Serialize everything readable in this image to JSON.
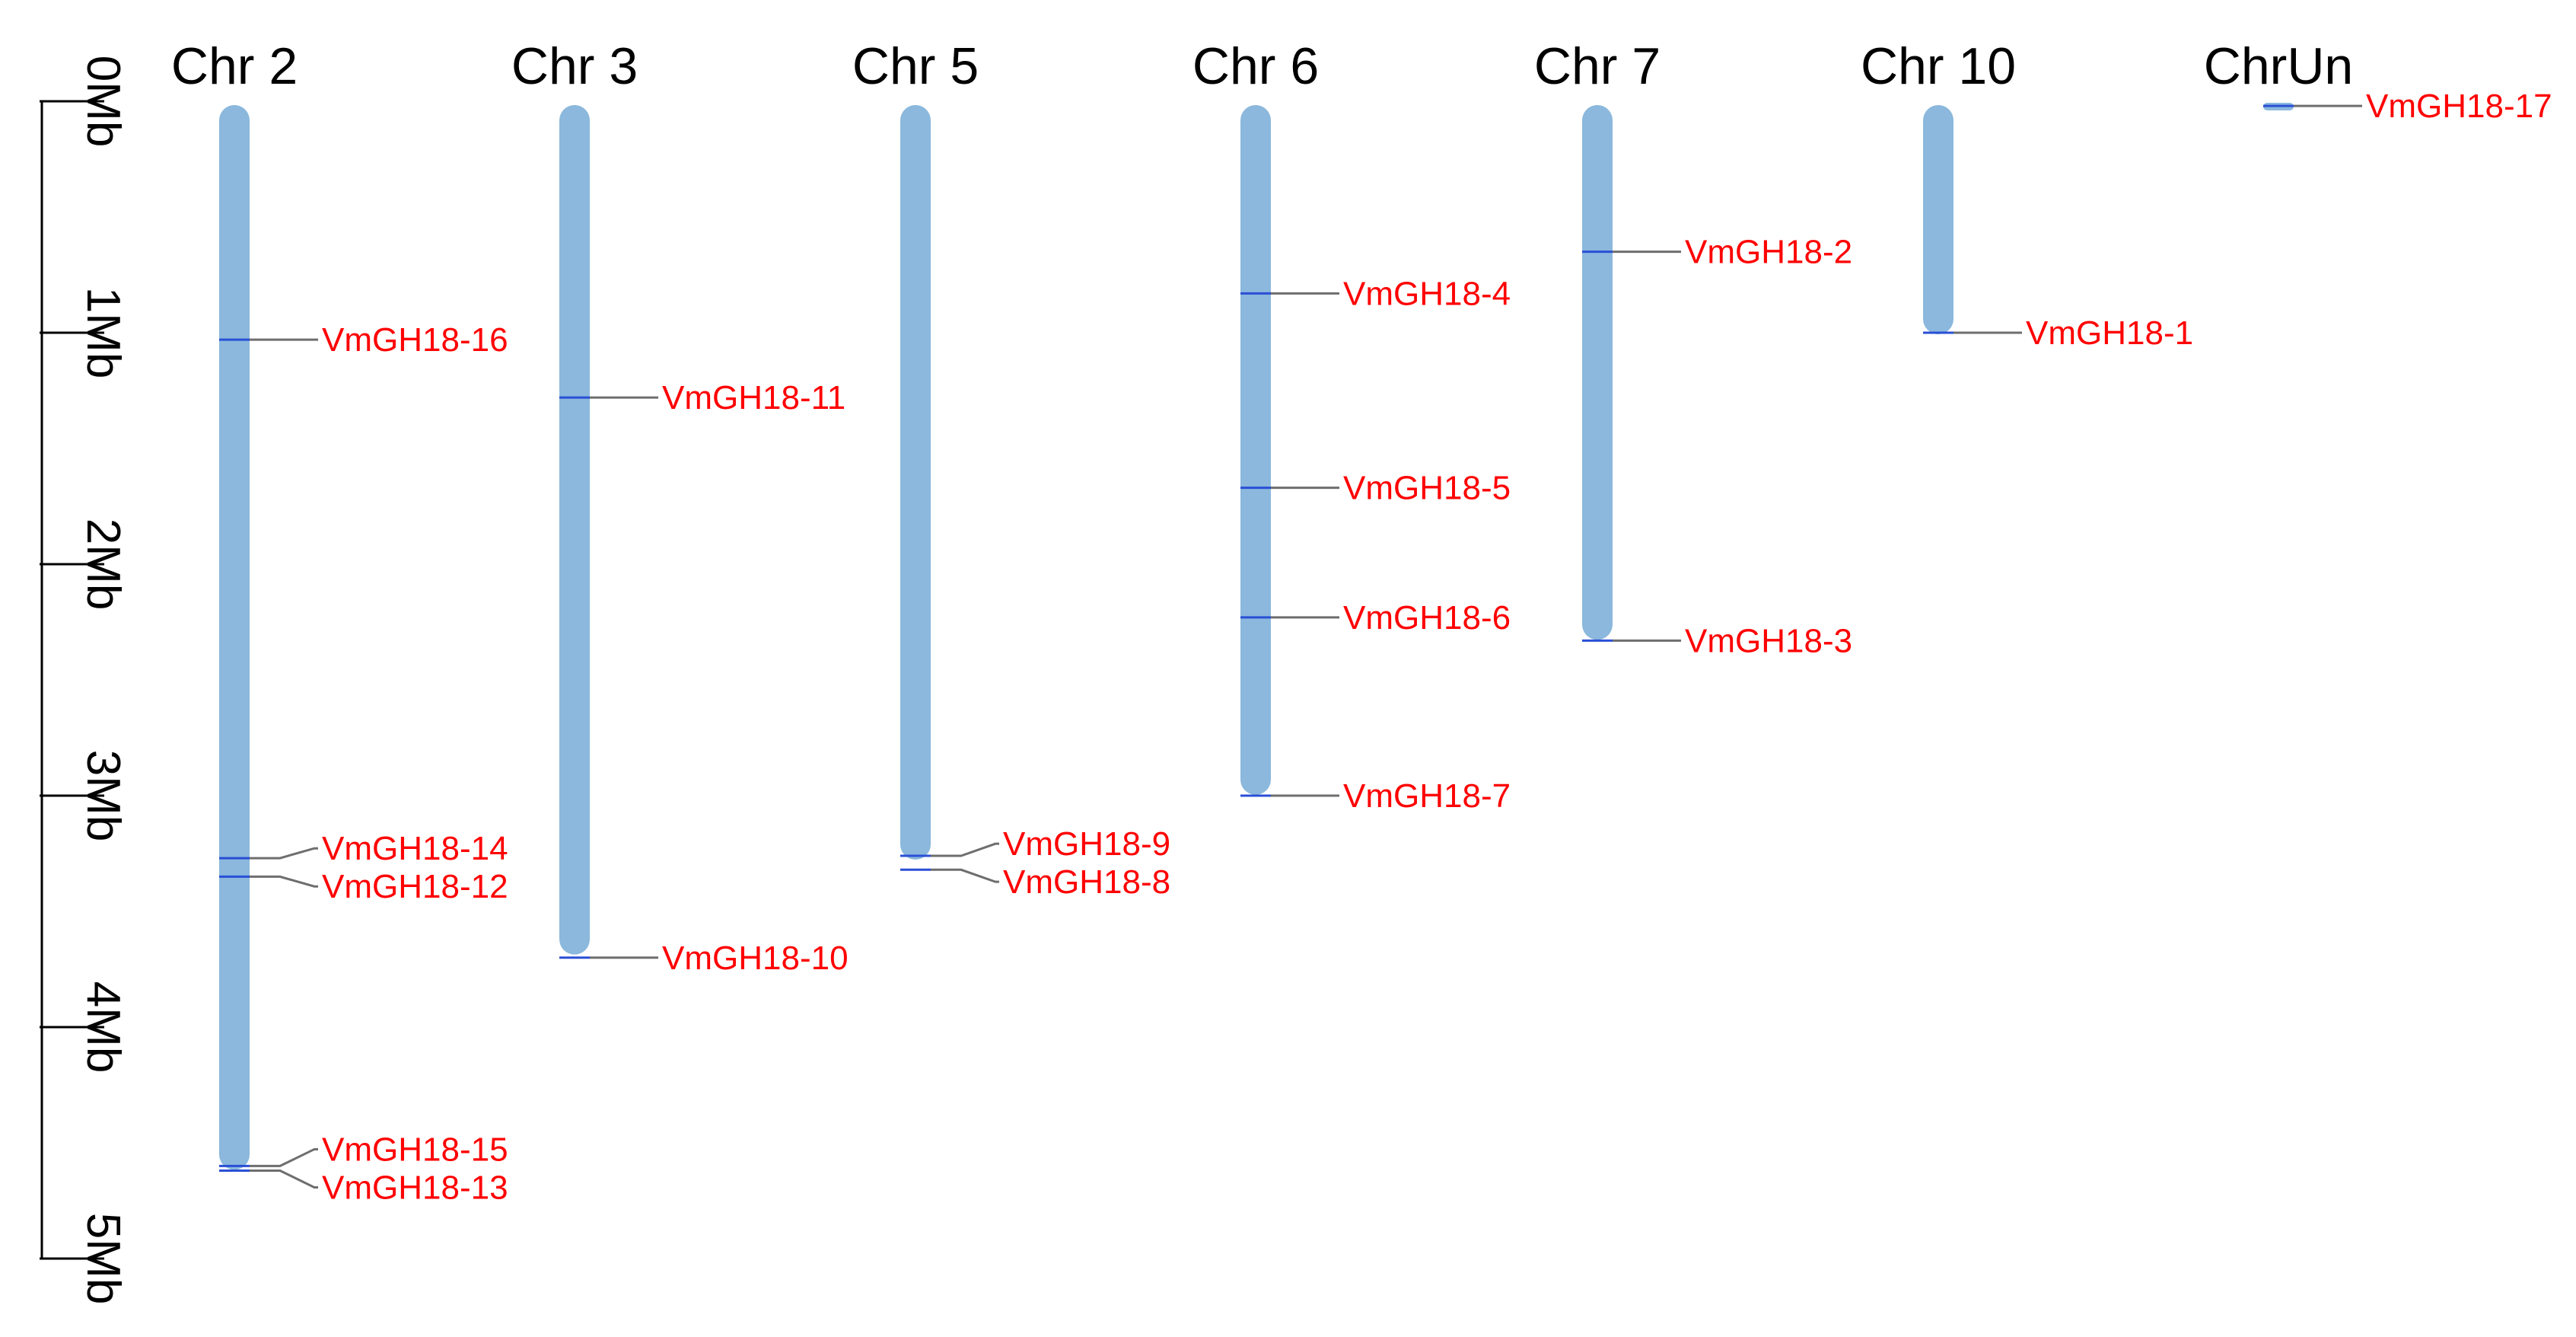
{
  "diagram": {
    "type": "chromosome-location-map",
    "colors": {
      "chromosome": "#8BB8DC",
      "marker": "#2A4FD6",
      "gene_label": "#FF0000",
      "connector": "#6E6E6E",
      "text": "#000000"
    },
    "scale_bar": {
      "unit": "Mb",
      "ticks": [
        "0Mb",
        "1Mb",
        "2Mb",
        "3Mb",
        "4Mb",
        "5Mb"
      ]
    },
    "chromosomes": [
      {
        "name": "Chr 2",
        "length_mb": 4.6,
        "genes": [
          {
            "label": "VmGH18-16",
            "pos_mb": 1.03
          },
          {
            "label": "VmGH18-14",
            "pos_mb": 3.27
          },
          {
            "label": "VmGH18-12",
            "pos_mb": 3.35
          },
          {
            "label": "VmGH18-15",
            "pos_mb": 4.6
          },
          {
            "label": "VmGH18-13",
            "pos_mb": 4.62
          }
        ]
      },
      {
        "name": "Chr 3",
        "length_mb": 3.67,
        "genes": [
          {
            "label": "VmGH18-11",
            "pos_mb": 1.28
          },
          {
            "label": "VmGH18-10",
            "pos_mb": 3.7
          }
        ]
      },
      {
        "name": "Chr 5",
        "length_mb": 3.26,
        "genes": [
          {
            "label": "VmGH18-9",
            "pos_mb": 3.26
          },
          {
            "label": "VmGH18-8",
            "pos_mb": 3.32
          }
        ]
      },
      {
        "name": "Chr 6",
        "length_mb": 2.98,
        "genes": [
          {
            "label": "VmGH18-4",
            "pos_mb": 0.83
          },
          {
            "label": "VmGH18-5",
            "pos_mb": 1.67
          },
          {
            "label": "VmGH18-6",
            "pos_mb": 2.23
          },
          {
            "label": "VmGH18-7",
            "pos_mb": 3.0
          }
        ]
      },
      {
        "name": "Chr 7",
        "length_mb": 2.31,
        "genes": [
          {
            "label": "VmGH18-2",
            "pos_mb": 0.65
          },
          {
            "label": "VmGH18-3",
            "pos_mb": 2.33
          }
        ]
      },
      {
        "name": "Chr 10",
        "length_mb": 0.99,
        "genes": [
          {
            "label": "VmGH18-1",
            "pos_mb": 1.0
          }
        ]
      },
      {
        "name": "ChrUn",
        "length_mb": 0.03,
        "genes": [
          {
            "label": "VmGH18-17",
            "pos_mb": 0.02
          }
        ]
      }
    ]
  }
}
